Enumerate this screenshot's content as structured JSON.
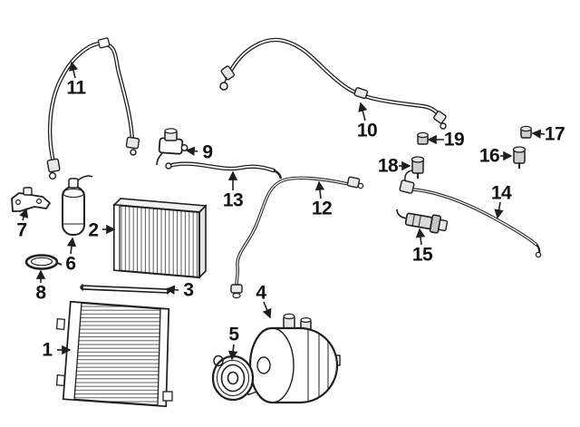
{
  "diagram": {
    "background": "#ffffff",
    "line_color": "#1f1f1f",
    "label_color": "#111111"
  },
  "callouts": [
    {
      "label": "1"
    },
    {
      "label": "2"
    },
    {
      "label": "3"
    },
    {
      "label": "4"
    },
    {
      "label": "5"
    },
    {
      "label": "6"
    },
    {
      "label": "7"
    },
    {
      "label": "8"
    },
    {
      "label": "9"
    },
    {
      "label": "10"
    },
    {
      "label": "11"
    },
    {
      "label": "12"
    },
    {
      "label": "13"
    },
    {
      "label": "14"
    },
    {
      "label": "15"
    },
    {
      "label": "16"
    },
    {
      "label": "17"
    },
    {
      "label": "18"
    },
    {
      "label": "19"
    }
  ]
}
